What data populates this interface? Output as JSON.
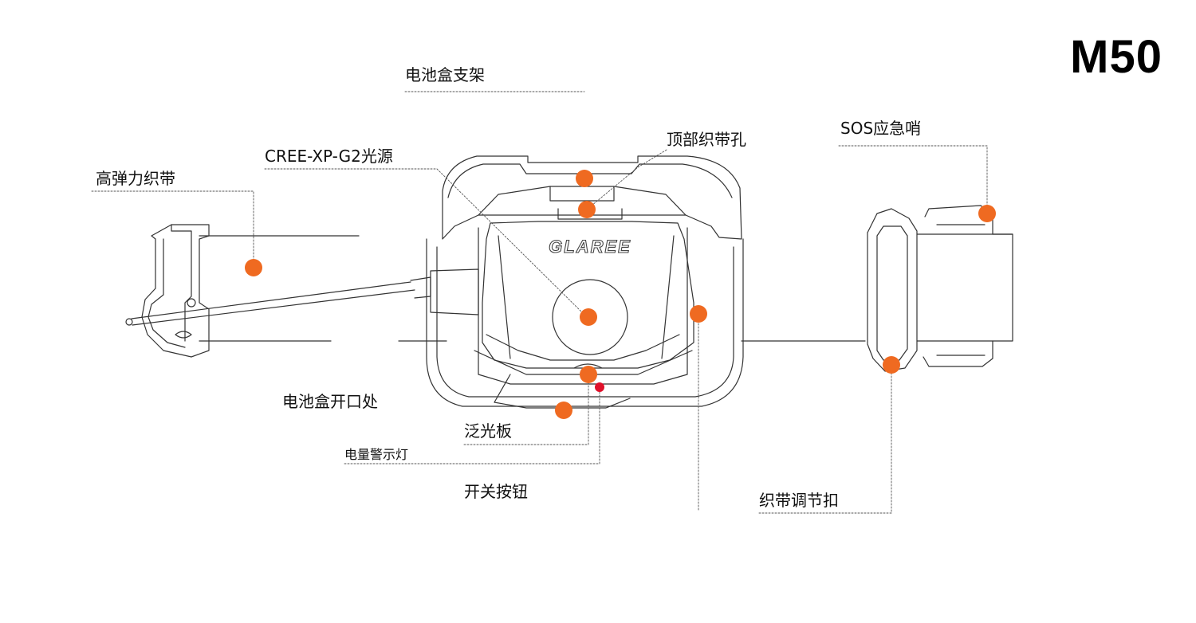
{
  "product": {
    "model": "M50",
    "logo_text": "GLAREE"
  },
  "colors": {
    "marker": "#EF6A21",
    "button_marker": "#E0102A",
    "leader": "#555555",
    "line": "#333333"
  },
  "callouts": [
    {
      "id": "battery-bracket",
      "label": "电池盒支架"
    },
    {
      "id": "top-strap-hole",
      "label": "顶部织带孔"
    },
    {
      "id": "sos-whistle",
      "label": "SOS应急哨"
    },
    {
      "id": "cree-light",
      "label": "CREE-XP-G2光源"
    },
    {
      "id": "elastic-strap",
      "label": "高弹力织带"
    },
    {
      "id": "battery-opening",
      "label": "电池盒开口处"
    },
    {
      "id": "flood-panel",
      "label": "泛光板"
    },
    {
      "id": "power-indicator",
      "label": "电量警示灯"
    },
    {
      "id": "switch-button",
      "label": "开关按钮"
    },
    {
      "id": "strap-buckle",
      "label": "织带调节扣"
    }
  ]
}
